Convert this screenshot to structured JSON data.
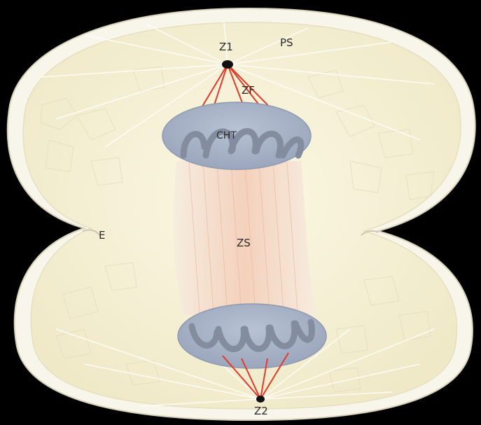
{
  "labels": {
    "z1": "Z1",
    "ps": "PS",
    "zf": "ZF",
    "cht": "CHT",
    "e": "E",
    "zs": "ZS",
    "z2": "Z2"
  },
  "colors": {
    "background": "#000000",
    "rim": "#f7f4e8",
    "cytoplasm": "#f3eed2",
    "chromosome_plate": "#a9b4c8",
    "chromosome": "#8a93a4",
    "spindle_fiber_red": "#e23a2a",
    "spindle_body": "#f3d6c4",
    "centriole": "#111111"
  }
}
